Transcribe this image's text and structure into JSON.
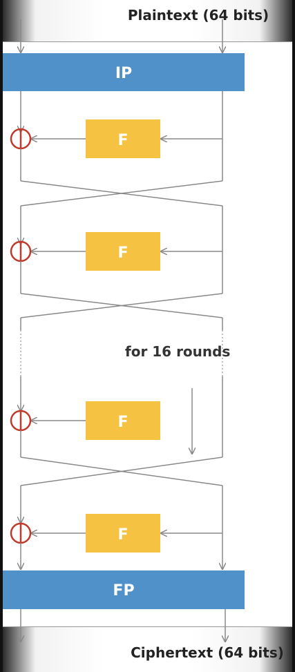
{
  "diagram": {
    "input_label": "Plaintext (64 bits)",
    "output_label": "Ciphertext (64 bits)",
    "initial_permutation": "IP",
    "final_permutation": "FP",
    "round_function_label": "F",
    "loop_label": "for 16 rounds"
  },
  "colors": {
    "permutation_block": "#4f91c8",
    "function_block": "#f5c242",
    "xor_symbol": "#c0392b",
    "line": "#888888",
    "text_dark": "#333333",
    "text_light": "#ffffff"
  }
}
